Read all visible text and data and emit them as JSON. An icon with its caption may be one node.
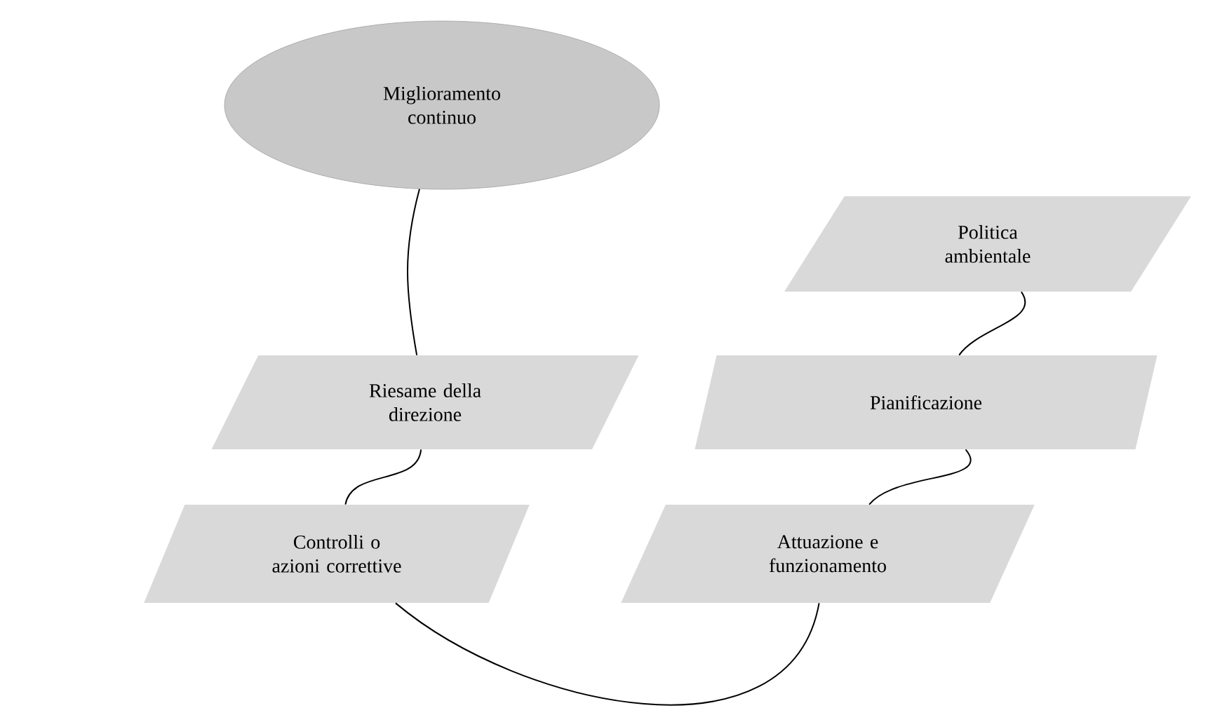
{
  "diagram": {
    "nodes": [
      {
        "text": [
          "Miglioramento continuo"
        ]
      },
      {
        "text": [
          "Politica ambientale"
        ]
      },
      {
        "text": [
          "Riesame della direzione"
        ]
      },
      {
        "text": [
          "Pianificazione"
        ]
      },
      {
        "text": [
          "Controlli o azioni correttive"
        ]
      },
      {
        "text": [
          "Attuazione e funzionamento"
        ]
      }
    ],
    "edges": [
      {
        "from": 1,
        "to": 3,
        "arrow": "none"
      },
      {
        "from": 3,
        "to": 5,
        "arrow": "none"
      },
      {
        "from": 5,
        "to": 4,
        "arrow": "none"
      },
      {
        "from": 4,
        "to": 2,
        "arrow": "none"
      },
      {
        "from": 2,
        "to": 0,
        "arrow": "none"
      }
    ]
  }
}
